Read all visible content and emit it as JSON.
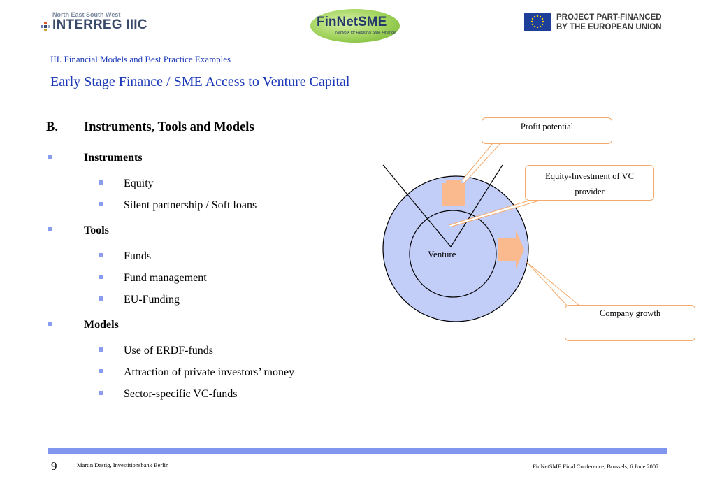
{
  "header": {
    "interreg_top": "North East South West",
    "interreg_name": "INTERREG IIIC",
    "finnet_name": "FinNetSME",
    "finnet_sub": "Network for Regional SME Finance",
    "eu_line1": "PROJECT PART-FINANCED",
    "eu_line2": "BY THE EUROPEAN UNION"
  },
  "section_label": "III. Financial Models and Best Practice Examples",
  "title": "Early Stage Finance / SME Access to Venture Capital",
  "heading": {
    "letter": "B.",
    "text": "Instruments, Tools and Models"
  },
  "groups": [
    {
      "label": "Instruments",
      "items": [
        "Equity",
        "Silent partnership / Soft loans"
      ]
    },
    {
      "label": "Tools",
      "items": [
        "Funds",
        "Fund management",
        "EU-Funding"
      ]
    },
    {
      "label": "Models",
      "items": [
        "Use of ERDF-funds",
        "Attraction of private investors’ money",
        "Sector-specific VC-funds"
      ]
    }
  ],
  "diagram": {
    "center_label": "Venture",
    "callout_profit": "Profit potential",
    "callout_equity_1": "Equity-Investment of VC",
    "callout_equity_2": "provider",
    "callout_growth": "Company growth"
  },
  "footer": {
    "page": "9",
    "author": "Martin Dastig, Investitionsbank Berlin",
    "event": "FinNetSME Final Conference, Brussels, 6 June 2007"
  },
  "colors": {
    "accent_blue": "#1a38b8",
    "bullet": "#8a9cf0",
    "circle_fill": "#c2cdf8",
    "arrow_fill": "#fbb98e",
    "callout_border": "#f5a96a"
  }
}
